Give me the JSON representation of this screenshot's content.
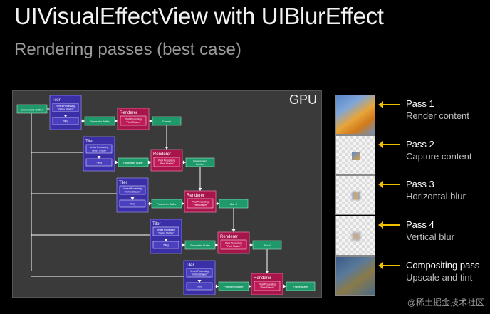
{
  "title": "UIVisualEffectView with UIBlurEffect",
  "subtitle": "Rendering passes (best case)",
  "gpu_label": "GPU",
  "command_buffer": "Command Buffer",
  "tiler_label": "Tiler",
  "renderer_label": "Renderer",
  "vertex_line1": "Vertex Processing",
  "vertex_line2": "\"Vertex Shader\"",
  "tiling_label": "Tiling",
  "pixel_line1": "Pixel Processing",
  "pixel_line2": "\"Pixel Shader\"",
  "parameter_buffer": "Parameter Buffer",
  "outputs": [
    "Content",
    "Downscaled Content",
    "Blur X",
    "Blur Y",
    "Frame Buffer"
  ],
  "passes": [
    {
      "name": "Pass 1",
      "desc": "Render content"
    },
    {
      "name": "Pass 2",
      "desc": "Capture content"
    },
    {
      "name": "Pass 3",
      "desc": "Horizontal blur"
    },
    {
      "name": "Pass 4",
      "desc": "Vertical blur"
    },
    {
      "name": "Compositing pass",
      "desc": "Upscale and tint"
    }
  ],
  "watermark": "@稀土掘金技术社区",
  "colors": {
    "tiler": "#3b2fa8",
    "renderer": "#a8154a",
    "buffer": "#1e9a6a",
    "arrow": "#f0c000"
  }
}
